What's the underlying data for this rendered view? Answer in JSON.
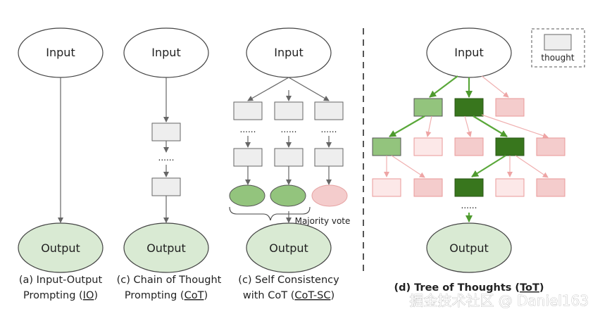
{
  "nodes": {
    "input": "Input",
    "output": "Output",
    "thought": "thought"
  },
  "dots": "......",
  "majority_vote": "Majority vote",
  "captions": {
    "io": {
      "line1": "(a) Input-Output",
      "line2_pre": "Prompting (",
      "line2_link": "IO",
      "line2_post": ")"
    },
    "cot": {
      "line1": "(c) Chain of Thought",
      "line2_pre": "Prompting (",
      "line2_link": "CoT",
      "line2_post": ")"
    },
    "cotsc": {
      "line1": "(c) Self Consistency",
      "line2_pre": "with CoT (",
      "line2_link": "CoT-SC",
      "line2_post": ")"
    },
    "tot": {
      "pre": "(d) Tree of Thoughts (",
      "link": "ToT",
      "post": ")"
    }
  },
  "watermark": "掘金技术社区 @ Daniel163",
  "colors": {
    "ellipse_fill": "#d9ead3",
    "box_fill": "#eeeeee",
    "light_green": "#93c47d",
    "dark_green": "#38761d",
    "pink": "#f4cccc",
    "pink_stroke": "#ea9999",
    "faint_pink": "#fce8e8",
    "arrow_green": "#5aa83a",
    "arrow_pink": "#f0b0b0",
    "arrow_gray": "#666666"
  }
}
